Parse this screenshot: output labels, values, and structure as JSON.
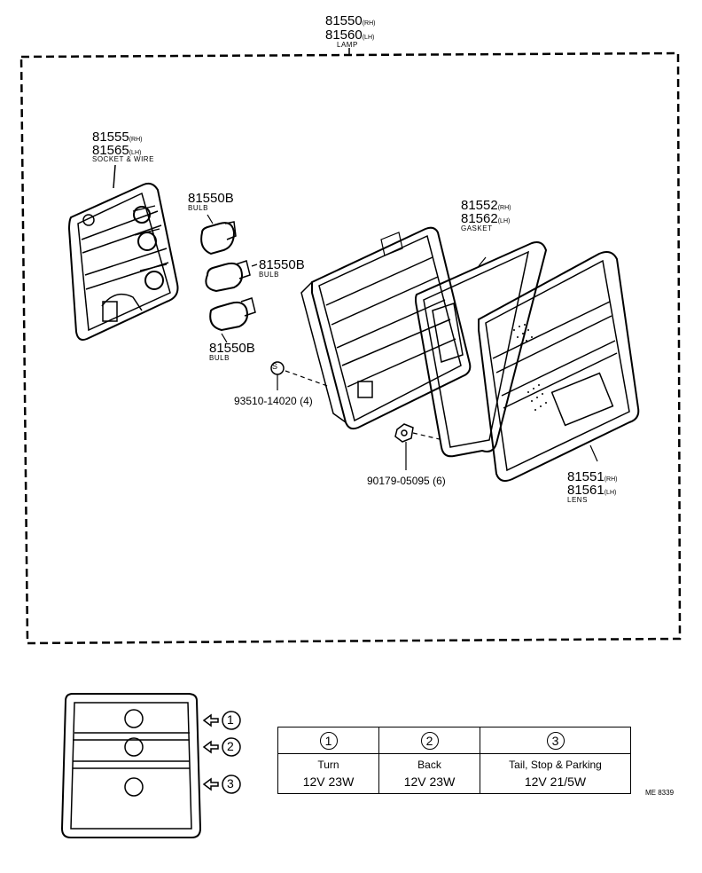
{
  "lamp": {
    "num_rh": "81550",
    "suf_rh": "(RH)",
    "num_lh": "81560",
    "suf_lh": "(LH)",
    "name": "LAMP"
  },
  "socket": {
    "num_rh": "81555",
    "suf_rh": "(RH)",
    "num_lh": "81565",
    "suf_lh": "(LH)",
    "name": "SOCKET & WIRE"
  },
  "bulbs": [
    {
      "num": "81550B",
      "name": "BULB"
    },
    {
      "num": "81550B",
      "name": "BULB"
    },
    {
      "num": "81550B",
      "name": "BULB"
    }
  ],
  "gasket": {
    "num_rh": "81552",
    "suf_rh": "(RH)",
    "num_lh": "81562",
    "suf_lh": "(LH)",
    "name": "GASKET"
  },
  "lens": {
    "num_rh": "81551",
    "suf_rh": "(RH)",
    "num_lh": "81561",
    "suf_lh": "(LH)",
    "name": "LENS"
  },
  "screw": {
    "symbol": "S",
    "part": "93510-14020",
    "qty": "(4)"
  },
  "nut": {
    "part": "90179-05095",
    "qty": "(6)"
  },
  "position_markers": [
    "1",
    "2",
    "3"
  ],
  "spec_table": {
    "columns": [
      {
        "circle": "1",
        "desc": "Turn",
        "value": "12V 23W"
      },
      {
        "circle": "2",
        "desc": "Back",
        "value": "12V 23W"
      },
      {
        "circle": "3",
        "desc": "Tail, Stop & Parking",
        "value": "12V 21/5W"
      }
    ]
  },
  "drawing_code": "ME 8339"
}
